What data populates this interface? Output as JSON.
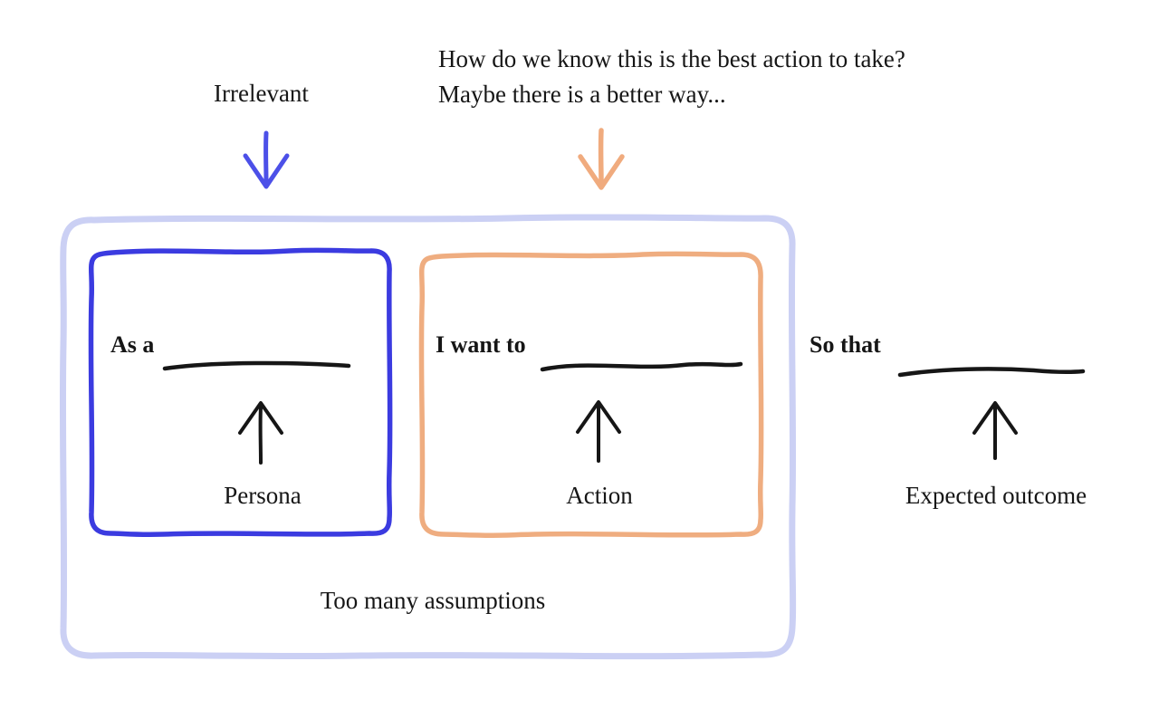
{
  "callouts": {
    "irrelevant": "Irrelevant",
    "question_line1": "How do we know this is the best action to take?",
    "question_line2": "Maybe there is a better way...",
    "too_many_assumptions": "Too many assumptions"
  },
  "story_template": {
    "persona": {
      "prefix": "As a",
      "annotation": "Persona"
    },
    "action": {
      "prefix": "I want to",
      "annotation": "Action"
    },
    "outcome": {
      "prefix": "So that",
      "annotation": "Expected outcome"
    }
  },
  "colors": {
    "ink": "#161616",
    "box_blue": "#3b3be0",
    "arrow_blue": "#4c50e8",
    "box_orange": "#efad80",
    "arrow_orange": "#f0ab7e",
    "container_lavender": "#cbd0f4"
  }
}
